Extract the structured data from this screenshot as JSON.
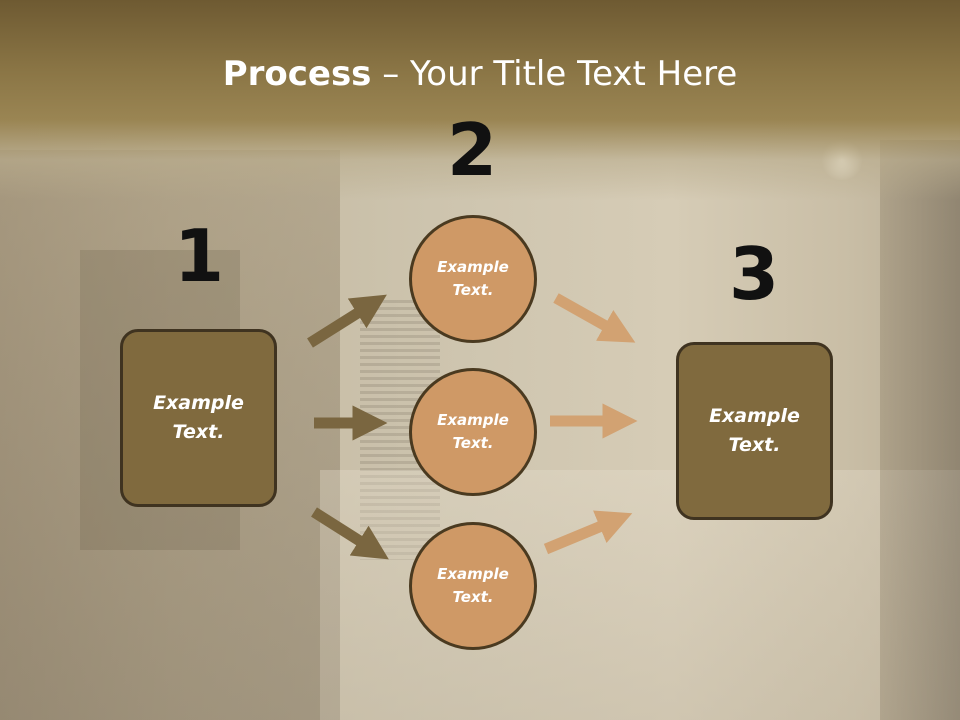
{
  "slide": {
    "title_bold": "Process",
    "title_rest": " – Your Title Text Here",
    "steps": [
      {
        "number": "1",
        "text": "Example Text."
      },
      {
        "number": "2",
        "text": "Example Text."
      },
      {
        "number": "3",
        "text": "Example Text."
      }
    ],
    "circles": [
      {
        "text": "Example Text."
      },
      {
        "text": "Example Text."
      },
      {
        "text": "Example Text."
      }
    ]
  },
  "colors": {
    "header_brown": "#8a7545",
    "box_fill": "#806a3e",
    "circle_fill": "#cf9966",
    "arrow_dark": "#7a6640",
    "arrow_light": "#d2a272"
  }
}
